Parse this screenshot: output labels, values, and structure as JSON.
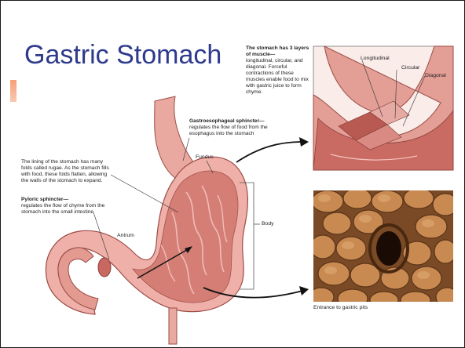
{
  "slide": {
    "title": "Gastric Stomach"
  },
  "muscle_note": {
    "heading": "The stomach has 3 layers of muscle—",
    "body": "longitudinal, circular, and diagonal. Forceful contractions of these muscles enable food to mix with gastric juice to form chyme."
  },
  "muscle_labels": {
    "longitudinal": "Longitudinal",
    "circular": "Circular",
    "diagonal": "Diagonal"
  },
  "gastroesophageal": {
    "heading": "Gastroesophageal sphincter—",
    "body": "regulates the flow of food from the esophagus into the stomach"
  },
  "rugae_note": {
    "body": "The lining of the stomach has many folds called rugae. As the stomach fills with food, these folds flatten, allowing the walls of the stomach to expand."
  },
  "pyloric": {
    "heading": "Pyloric sphincter—",
    "body": "regulates the flow of chyme from the stomach into the small intestine"
  },
  "region_labels": {
    "fundus": "Fundus",
    "body": "Body",
    "antrum": "Antrum"
  },
  "photo_caption": "Entrance to gastric pits",
  "colors": {
    "title": "#2e3a8c",
    "stomach_outer": "#e8a39b",
    "stomach_inner": "#c9706a",
    "photo_brown": "#8a5a32"
  }
}
